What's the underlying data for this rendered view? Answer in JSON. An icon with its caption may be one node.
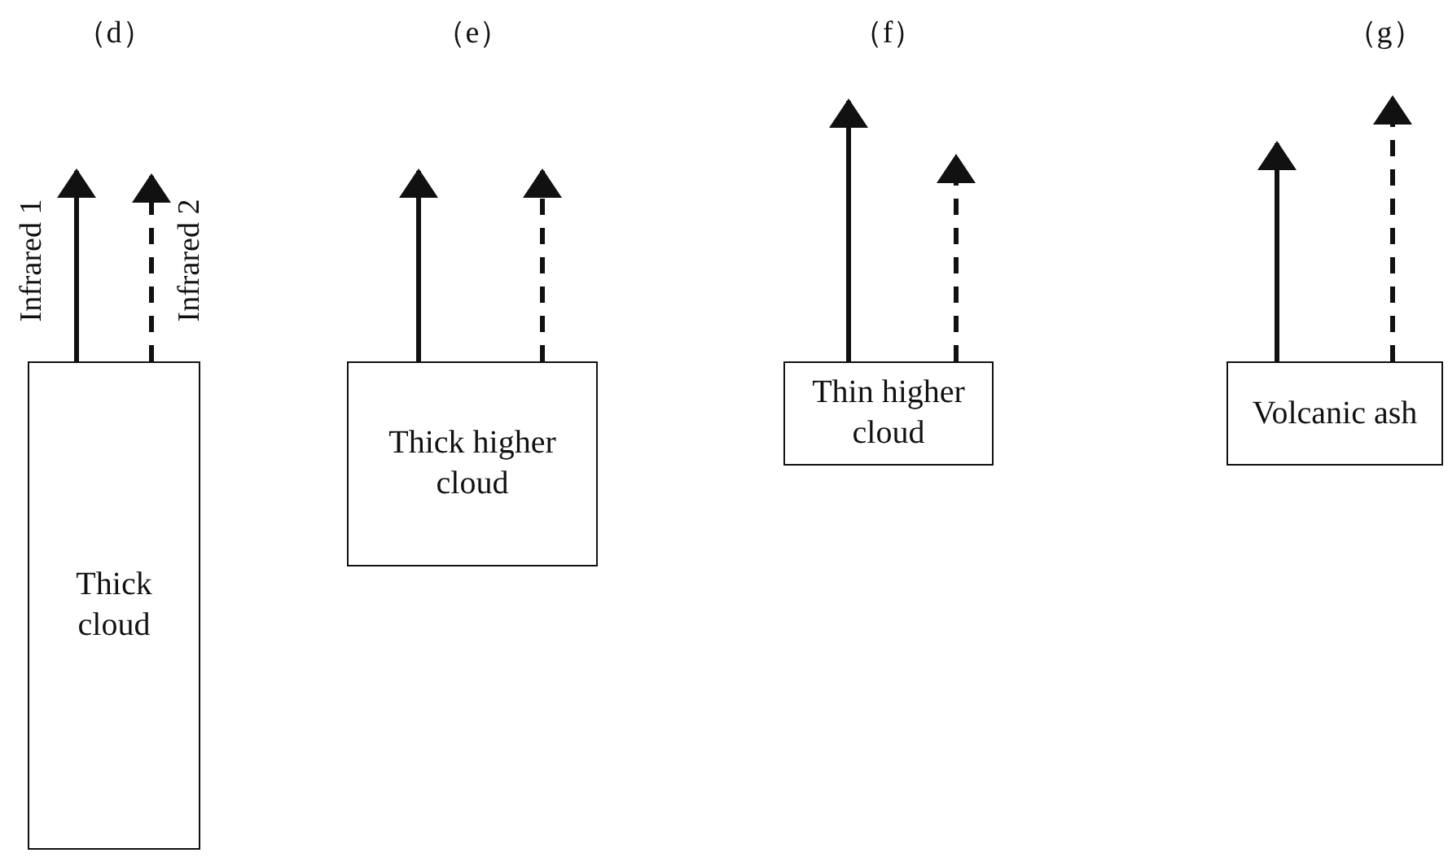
{
  "diagram": {
    "nodes": [
      {
        "text": [
          "Thick cloud"
        ]
      },
      {
        "text": [
          "Thick higher cloud"
        ]
      },
      {
        "text": [
          "Thin higher cloud"
        ]
      },
      {
        "text": [
          "Volcanic ash"
        ]
      }
    ],
    "edges": [
      {
        "from": 0,
        "to": null,
        "arrow": "to"
      },
      {
        "from": 0,
        "to": null,
        "arrow": "to",
        "style": "dashed"
      },
      {
        "from": 1,
        "to": null,
        "arrow": "to"
      },
      {
        "from": 1,
        "to": null,
        "arrow": "to",
        "style": "dashed"
      },
      {
        "from": 2,
        "to": null,
        "arrow": "to"
      },
      {
        "from": 2,
        "to": null,
        "arrow": "to",
        "style": "dashed"
      },
      {
        "from": 3,
        "to": null,
        "arrow": "to"
      },
      {
        "from": 3,
        "to": null,
        "arrow": "to",
        "style": "dashed"
      }
    ],
    "labels": [
      "（d）",
      "（e）",
      "（f）",
      "（g）",
      "Infrared 1",
      "Infrared 2"
    ]
  }
}
